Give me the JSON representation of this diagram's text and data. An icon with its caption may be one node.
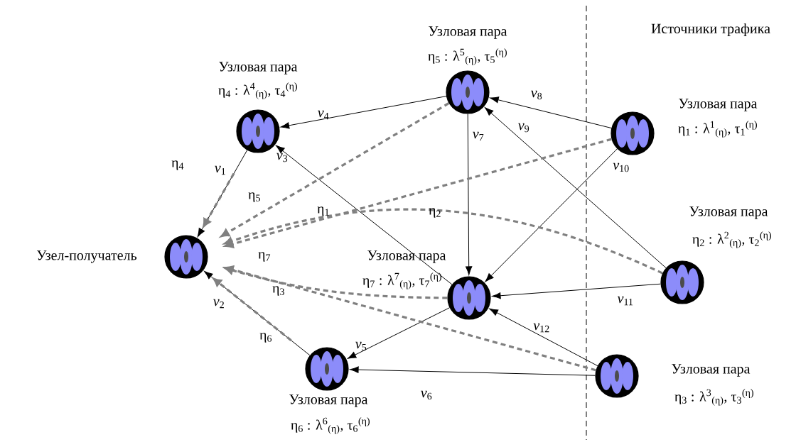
{
  "diagram": {
    "nodes": [
      {
        "text": [],
        "shape": "circle",
        "beside": [
          "Узел-получатель"
        ]
      },
      {
        "text": [],
        "shape": "circle",
        "beside": [
          "Узловая пара",
          "η$_{4}$ : λ$^{4}$$_{(η)}$, τ$_{4}$$^{(η)}$"
        ]
      },
      {
        "text": [],
        "shape": "circle",
        "beside": [
          "Узловая пара",
          "η$_{5}$ : λ$^{5}$$_{(η)}$, τ$_{5}$$^{(η)}$"
        ]
      },
      {
        "text": [],
        "shape": "circle",
        "beside": [
          "Узловая пара",
          "η$_{1}$ : λ$^{1}$$_{(η)}$, τ$_{1}$$^{(η)}$"
        ]
      },
      {
        "text": [],
        "shape": "circle",
        "beside": [
          "Узловая пара",
          "η$_{2}$ : λ$^{2}$$_{(η)}$, τ$_{2}$$^{(η)}$"
        ]
      },
      {
        "text": [],
        "shape": "circle",
        "beside": [
          "Узловая пара",
          "η$_{7}$ : λ$^{7}$$_{(η)}$, τ$_{7}$$^{(η)}$"
        ]
      },
      {
        "text": [],
        "shape": "circle",
        "beside": [
          "Узловая пара",
          "η$_{3}$ : λ$^{3}$$_{(η)}$, τ$_{3}$$^{(η)}$"
        ]
      },
      {
        "text": [],
        "shape": "circle",
        "beside": [
          "Узловая пара",
          "η$_{6}$ : λ$^{6}$$_{(η)}$, τ$_{6}$$^{(η)}$"
        ]
      }
    ],
    "edges": [
      {
        "from": 2,
        "to": 1,
        "arrow": "to",
        "label": "*v*$_{4}$"
      },
      {
        "from": 1,
        "to": 0,
        "arrow": "to",
        "label": "*v*$_{1}$"
      },
      {
        "from": 3,
        "to": 2,
        "arrow": "to",
        "label": "*v*$_{8}$"
      },
      {
        "from": 4,
        "to": 2,
        "arrow": "to",
        "label": "*v*$_{9}$"
      },
      {
        "from": 2,
        "to": 5,
        "arrow": "to",
        "label": "*v*$_{7}$"
      },
      {
        "from": 3,
        "to": 5,
        "arrow": "to",
        "label": "*v*$_{10}$"
      },
      {
        "from": 5,
        "to": 1,
        "arrow": "to",
        "label": "*v*$_{3}$"
      },
      {
        "from": 4,
        "to": 5,
        "arrow": "to",
        "label": "*v*$_{11}$"
      },
      {
        "from": 6,
        "to": 5,
        "arrow": "to",
        "label": "*v*$_{12}$"
      },
      {
        "from": 5,
        "to": 7,
        "arrow": "to",
        "label": "*v*$_{5}$"
      },
      {
        "from": 6,
        "to": 7,
        "arrow": "to",
        "label": "*v*$_{6}$"
      },
      {
        "from": 7,
        "to": 0,
        "arrow": "to",
        "label": "*v*$_{2}$"
      },
      {
        "from": 1,
        "to": 0,
        "arrow": "to",
        "label": "η$_{4}$",
        "style": "dashed",
        "color": "#808080"
      },
      {
        "from": 2,
        "to": 0,
        "arrow": "to",
        "label": "η$_{5}$",
        "style": "dashed",
        "color": "#808080"
      },
      {
        "from": 3,
        "to": 0,
        "arrow": "to",
        "label": "η$_{1}$",
        "style": "dashed",
        "color": "#808080"
      },
      {
        "from": 4,
        "to": 0,
        "arrow": "to",
        "label": "η$_{2}$",
        "style": "dashed",
        "color": "#808080"
      },
      {
        "from": 5,
        "to": 0,
        "arrow": "to",
        "label": "η$_{7}$",
        "style": "dashed",
        "color": "#808080"
      },
      {
        "from": 6,
        "to": 0,
        "arrow": "to",
        "label": "η$_{3}$",
        "style": "dashed",
        "color": "#808080"
      },
      {
        "from": 7,
        "to": 0,
        "arrow": "to",
        "label": "η$_{6}$",
        "style": "dashed",
        "color": "#808080"
      }
    ],
    "labels": [
      "Источники трафика"
    ]
  }
}
